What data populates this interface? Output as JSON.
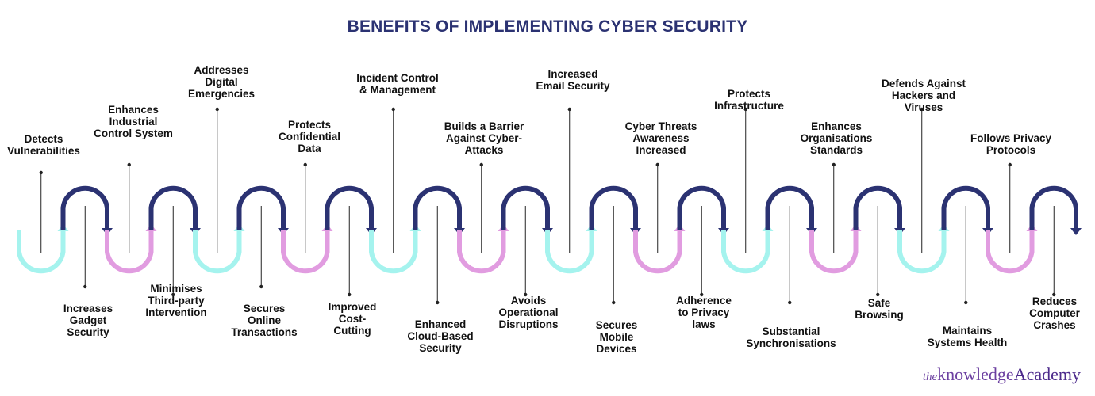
{
  "title": "BENEFITS OF IMPLEMENTING CYBER SECURITY",
  "colors": {
    "title": "#2b3272",
    "navy": "#2b3272",
    "cyan": "#a5f3ee",
    "pink": "#e19ce0",
    "leader": "#222222"
  },
  "icons": [
    "arrow-up-icon",
    "arrow-down-icon"
  ],
  "top_labels": [
    "Detects\nVulnerabilities",
    "Enhances\nIndustrial\nControl System",
    "Addresses\nDigital\nEmergencies",
    "Protects\nConfidential\nData",
    "Incident Control\n& Management",
    "Builds a Barrier\nAgainst Cyber-\nAttacks",
    "Increased\nEmail Security",
    "Cyber Threats\nAwareness\nIncreased",
    "Protects\nInfrastructure",
    "Enhances\nOrganisations\nStandards",
    "Defends Against\nHackers and\nViruses",
    "Follows Privacy\nProtocols"
  ],
  "bottom_labels": [
    "Increases\nGadget\nSecurity",
    "Minimises\nThird-party\nIntervention",
    "Secures\nOnline\nTransactions",
    "Improved\nCost-\nCutting",
    "Enhanced\nCloud-Based\nSecurity",
    "Avoids\nOperational\nDisruptions",
    "Secures\nMobile\nDevices",
    "Adherence\nto Privacy\nlaws",
    "Substantial\nSynchronisations",
    "Safe\nBrowsing",
    "Maintains\nSystems Health",
    "Reduces\nComputer\nCrashes"
  ],
  "logo": {
    "the": "the",
    "knowledge": "knowledge",
    "academy": "Academy"
  }
}
